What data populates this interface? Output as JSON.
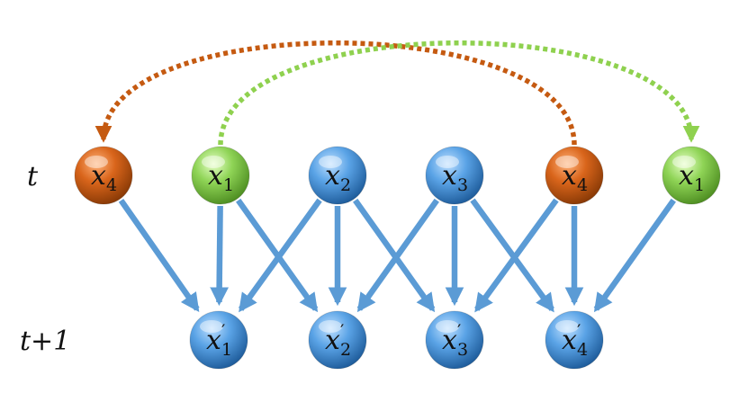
{
  "row_labels": {
    "top": "t",
    "bottom": "t+1"
  },
  "top_nodes": [
    {
      "var": "x",
      "sub": "4",
      "prime": false,
      "color": "orange"
    },
    {
      "var": "x",
      "sub": "1",
      "prime": false,
      "color": "green"
    },
    {
      "var": "x",
      "sub": "2",
      "prime": false,
      "color": "blue"
    },
    {
      "var": "x",
      "sub": "3",
      "prime": false,
      "color": "blue"
    },
    {
      "var": "x",
      "sub": "4",
      "prime": false,
      "color": "orange"
    },
    {
      "var": "x",
      "sub": "1",
      "prime": false,
      "color": "green"
    }
  ],
  "bottom_nodes": [
    {
      "var": "x",
      "sub": "1",
      "prime": true,
      "color": "blue"
    },
    {
      "var": "x",
      "sub": "2",
      "prime": true,
      "color": "blue"
    },
    {
      "var": "x",
      "sub": "3",
      "prime": true,
      "color": "blue"
    },
    {
      "var": "x",
      "sub": "4",
      "prime": true,
      "color": "blue"
    }
  ],
  "edges": [
    [
      0,
      0
    ],
    [
      1,
      0
    ],
    [
      1,
      1
    ],
    [
      2,
      0
    ],
    [
      2,
      1
    ],
    [
      2,
      2
    ],
    [
      3,
      1
    ],
    [
      3,
      2
    ],
    [
      3,
      3
    ],
    [
      4,
      2
    ],
    [
      4,
      3
    ],
    [
      5,
      3
    ]
  ],
  "wrap_arcs": [
    {
      "from": 4,
      "to": 0,
      "color": "orange"
    },
    {
      "from": 1,
      "to": 5,
      "color": "green"
    }
  ],
  "colors": {
    "blue": "#4f95d6",
    "orange": "#c25a14",
    "green": "#87d152",
    "edge": "#5b9bd5",
    "arc_orange": "#c55a11",
    "arc_green": "#8fd14f"
  }
}
